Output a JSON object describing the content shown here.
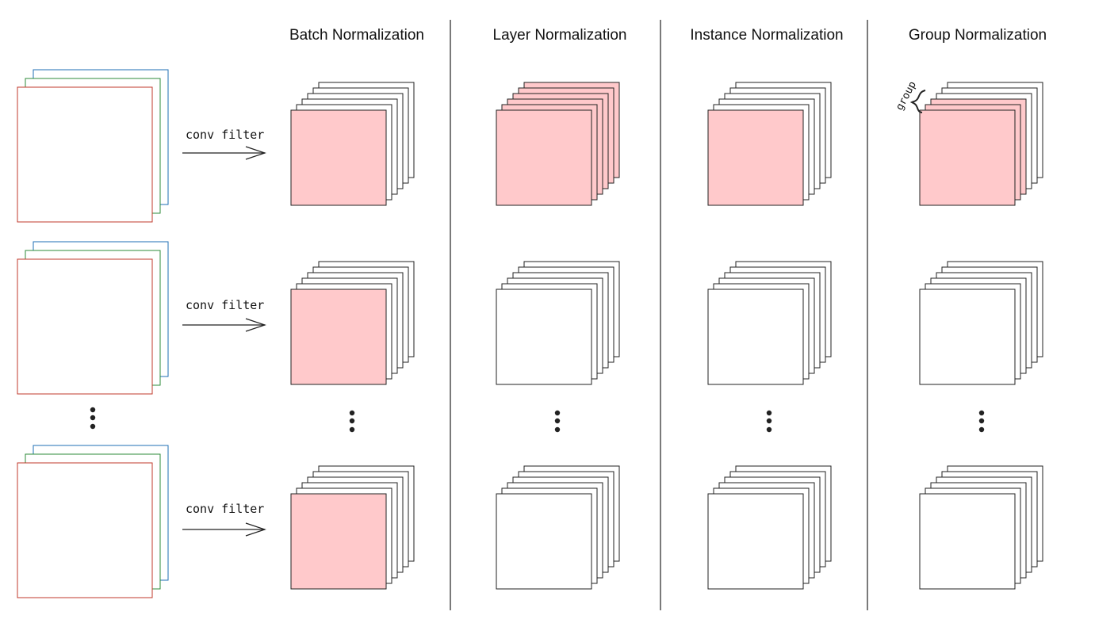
{
  "columns": [
    {
      "title": "Batch Normalization",
      "mode": "batch"
    },
    {
      "title": "Layer Normalization",
      "mode": "layer"
    },
    {
      "title": "Instance Normalization",
      "mode": "instance"
    },
    {
      "title": "Group Normalization",
      "mode": "group"
    }
  ],
  "arrow_label": "conv filter",
  "group_label": "group",
  "colors": {
    "highlight": "#ffc9cb",
    "sheet_fill": "#ffffff",
    "outline": "#222222",
    "input_channels": [
      "#1f6fb5",
      "#2e8b3a",
      "#c0392b"
    ]
  }
}
